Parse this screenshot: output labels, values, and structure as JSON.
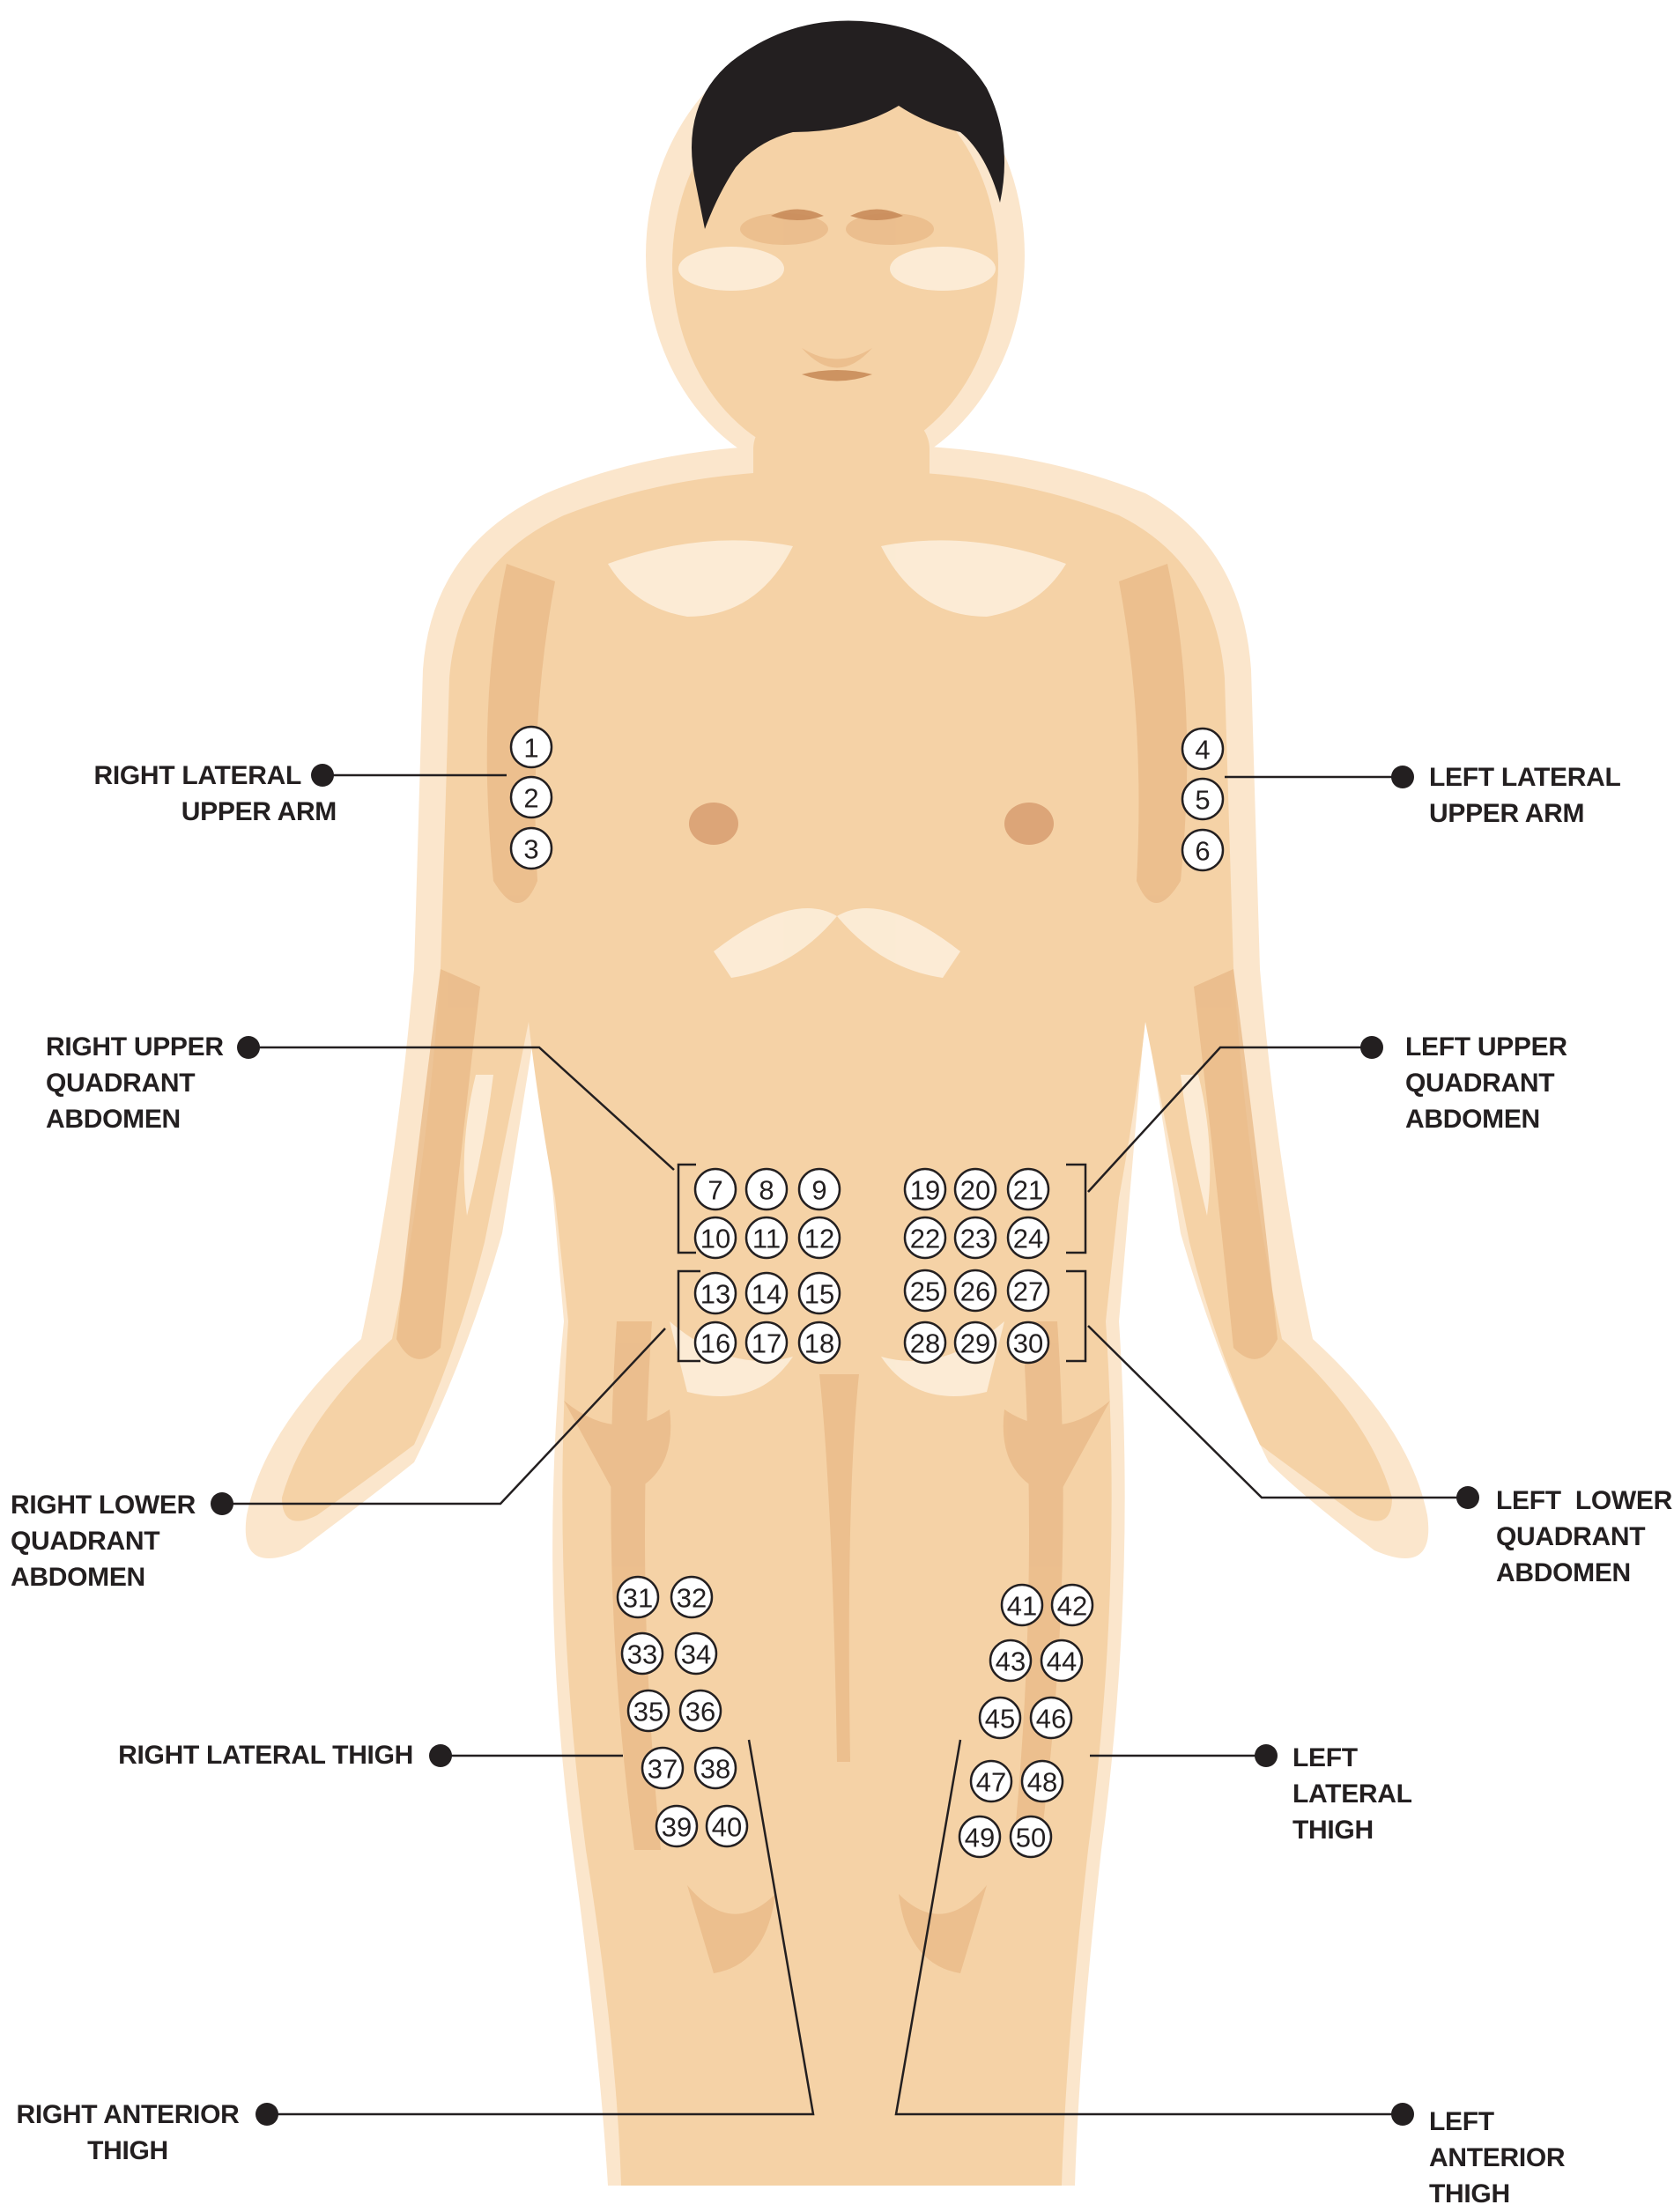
{
  "colors": {
    "skin_base": "#f5d2a6",
    "skin_light": "#fbe3c4",
    "skin_highlight": "#fdf0dd",
    "skin_shadow": "#e2b07c",
    "skin_dark": "#c98c5a",
    "hair": "#231f20",
    "line": "#231f20",
    "circle_fill": "#ffffff"
  },
  "labels": {
    "right_lateral_upper_arm": [
      "RIGHT LATERAL",
      "UPPER ARM"
    ],
    "left_lateral_upper_arm": [
      "LEFT LATERAL",
      "UPPER ARM"
    ],
    "right_upper_quadrant_abdomen": [
      "RIGHT UPPER",
      "QUADRANT",
      "ABDOMEN"
    ],
    "left_upper_quadrant_abdomen": [
      "LEFT UPPER",
      "QUADRANT",
      "ABDOMEN"
    ],
    "right_lower_quadrant_abdomen": [
      "RIGHT LOWER",
      "QUADRANT",
      "ABDOMEN"
    ],
    "left_lower_quadrant_abdomen": [
      "LEFT  LOWER",
      "QUADRANT",
      "ABDOMEN"
    ],
    "right_lateral_thigh": [
      "RIGHT LATERAL THIGH"
    ],
    "left_lateral_thigh": [
      "LEFT",
      "LATERAL",
      "THIGH"
    ],
    "right_anterior_thigh": [
      "RIGHT ANTERIOR",
      "THIGH"
    ],
    "left_anterior_thigh": [
      "LEFT",
      "ANTERIOR",
      "THIGH"
    ]
  },
  "injection_sites": {
    "right_lateral_upper_arm": [
      1,
      2,
      3
    ],
    "left_lateral_upper_arm": [
      4,
      5,
      6
    ],
    "right_upper_quadrant_abdomen": [
      7,
      8,
      9,
      10,
      11,
      12
    ],
    "right_lower_quadrant_abdomen": [
      13,
      14,
      15,
      16,
      17,
      18
    ],
    "left_upper_quadrant_abdomen": [
      19,
      20,
      21,
      22,
      23,
      24
    ],
    "left_lower_quadrant_abdomen": [
      25,
      26,
      27,
      28,
      29,
      30
    ],
    "right_lateral_thigh": [
      31,
      32,
      33,
      34,
      35,
      36,
      37,
      38,
      39,
      40
    ],
    "left_lateral_thigh": [
      41,
      42,
      43,
      44,
      45,
      46,
      47,
      48,
      49,
      50
    ]
  }
}
